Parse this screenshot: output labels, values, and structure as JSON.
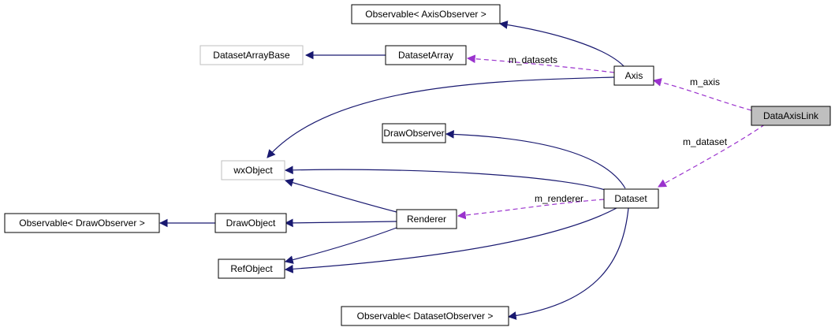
{
  "diagram": {
    "colors": {
      "inheritance_edge": "#191970",
      "usage_edge": "#9a32cd",
      "node_border": "#000000",
      "undocumented_border": "#bfbfbf",
      "highlight_fill": "#bfbfbf"
    },
    "nodes": {
      "observable_axis": "Observable< AxisObserver >",
      "dataset_array_base": "DatasetArrayBase",
      "dataset_array": "DatasetArray",
      "axis": "Axis",
      "data_axis_link": "DataAxisLink",
      "draw_observer": "DrawObserver",
      "wx_object": "wxObject",
      "dataset": "Dataset",
      "observable_draw": "Observable< DrawObserver >",
      "draw_object": "DrawObject",
      "renderer": "Renderer",
      "ref_object": "RefObject",
      "observable_dataset": "Observable< DatasetObserver >"
    },
    "edge_labels": {
      "m_datasets": "m_datasets",
      "m_axis": "m_axis",
      "m_dataset": "m_dataset",
      "m_renderer": "m_renderer"
    }
  }
}
